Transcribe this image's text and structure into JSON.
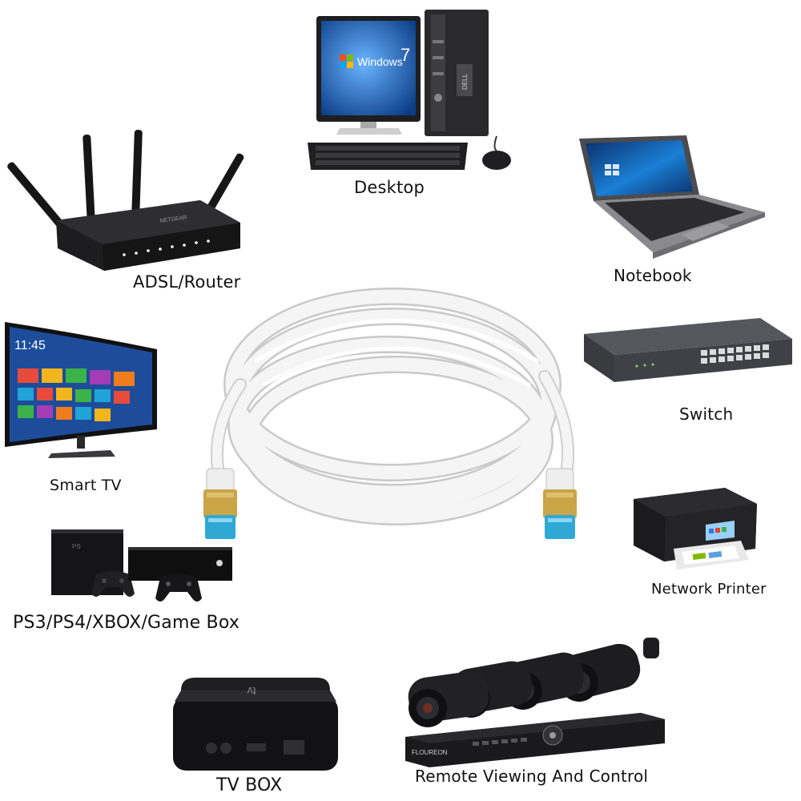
{
  "labels": {
    "desktop": "Desktop",
    "router": "ADSL/Router",
    "notebook": "Notebook",
    "switch": "Switch",
    "smart_tv": "Smart TV",
    "printer": "Network Printer",
    "game": "PS3/PS4/XBOX/Game Box",
    "tv_box": "TV BOX",
    "remote": "Remote Viewing And Control"
  },
  "screen_texts": {
    "windows_logo_text": "Windows",
    "windows_version": "7",
    "tv_clock": "11:45",
    "router_brand": "NETGEAR",
    "dvr_brand": "FLOUREON",
    "tvbox_brand": "tv"
  },
  "colors": {
    "device_black": "#1c1c1e",
    "cable_white": "#f4f4f4",
    "connector_gold": "#c9a548",
    "connector_blue": "#2fa8d6",
    "windows_blue": "#1f5fae"
  },
  "icons": {
    "cable": "ethernet-cable-icon",
    "desktop": "desktop-computer-icon",
    "router": "wifi-router-icon",
    "notebook": "laptop-icon",
    "switch": "network-switch-icon",
    "smart_tv": "smart-tv-icon",
    "printer": "printer-icon",
    "game": "game-console-icon",
    "tv_box": "tv-box-icon",
    "cameras": "security-camera-icon"
  }
}
